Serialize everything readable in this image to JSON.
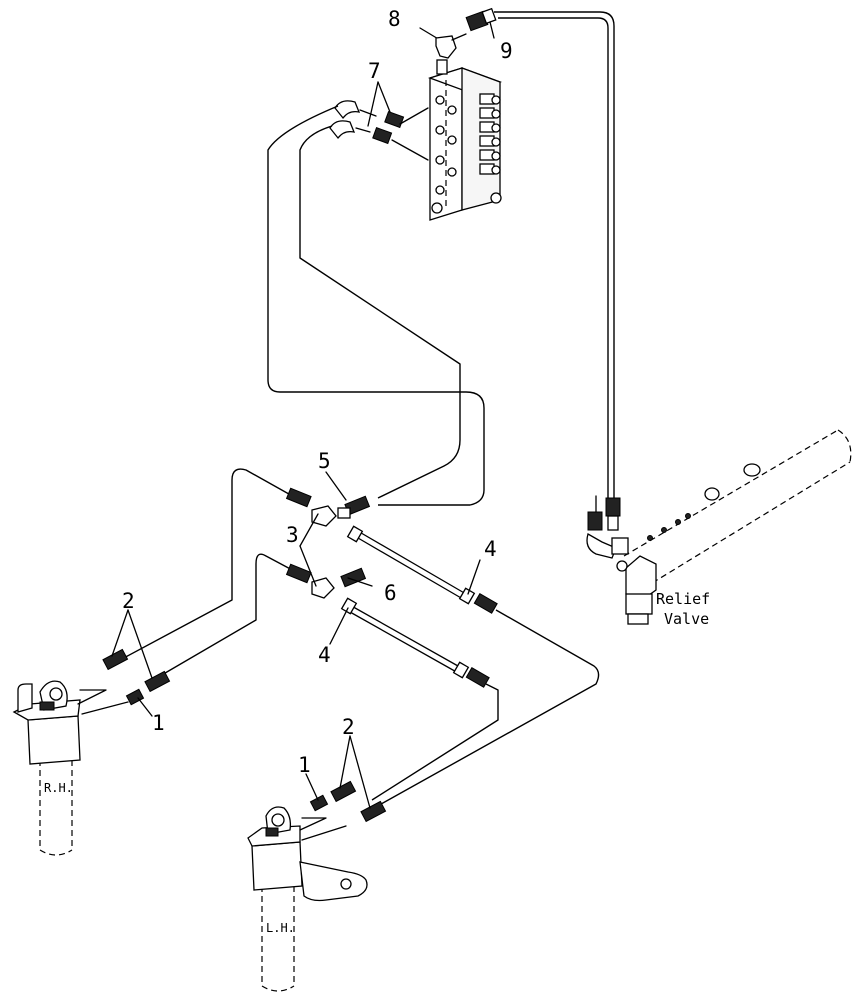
{
  "callouts": {
    "c1a": "1",
    "c1b": "1",
    "c2a": "2",
    "c2b": "2",
    "c3": "3",
    "c4a": "4",
    "c4b": "4",
    "c5": "5",
    "c6": "6",
    "c7": "7",
    "c8": "8",
    "c9": "9"
  },
  "labels": {
    "relief_line1": "Relief",
    "relief_line2": "Valve",
    "rh": "R.H.",
    "lh": "L.H."
  }
}
